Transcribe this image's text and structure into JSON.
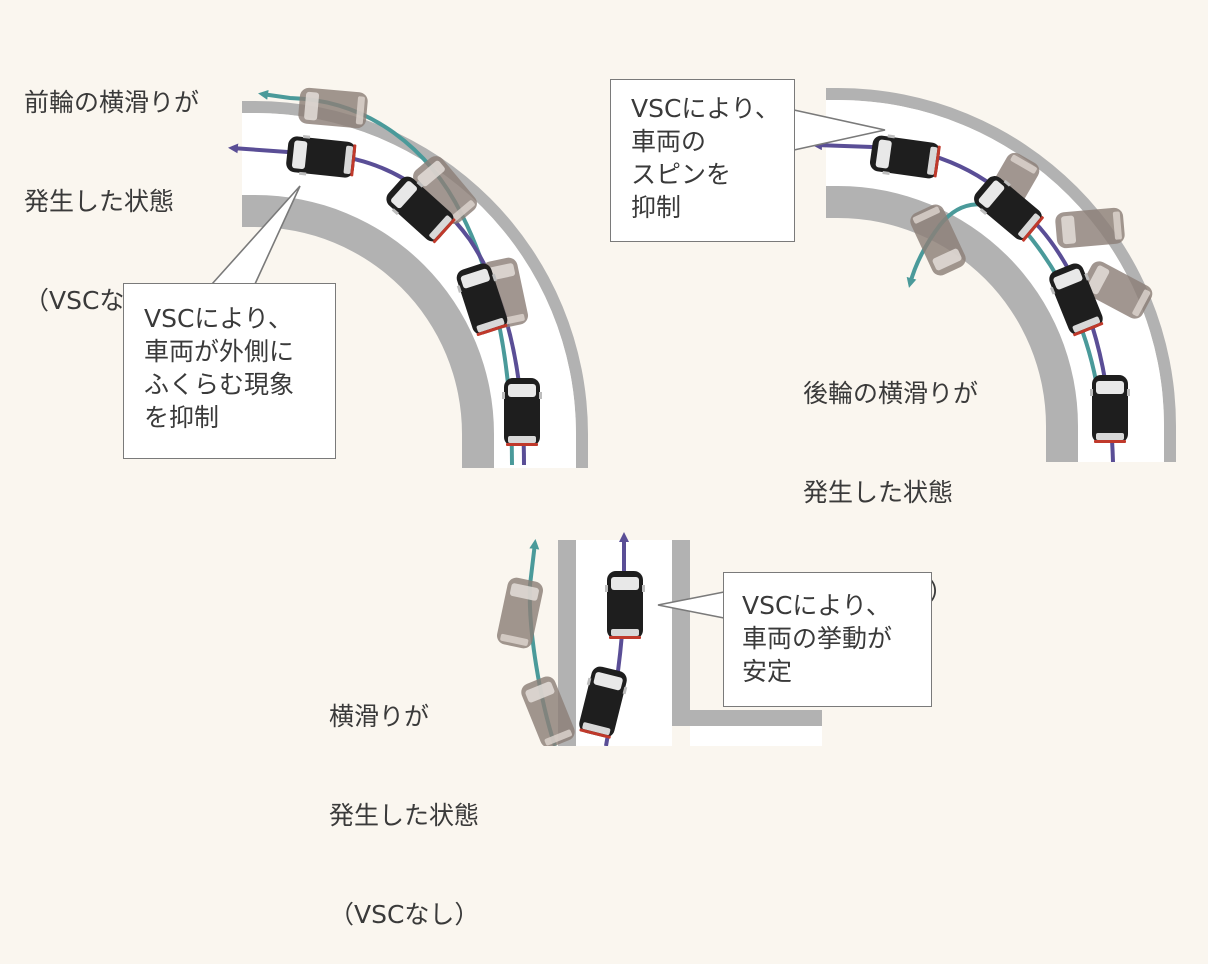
{
  "scenes": {
    "front_slip": {
      "uncontrolled_label": [
        "前輪の横滑りが",
        "発生した状態",
        "（VSCなし）"
      ],
      "controlled_box": [
        "VSCにより、",
        "車両が外側に",
        "ふくらむ現象",
        "を抑制"
      ]
    },
    "rear_slip": {
      "controlled_box": [
        "VSCにより、",
        "車両の",
        "スピンを",
        "抑制"
      ],
      "uncontrolled_label": [
        "後輪の横滑りが",
        "発生した状態",
        "（VSCなし）"
      ]
    },
    "straight_slip": {
      "uncontrolled_label": [
        "横滑りが",
        "発生した状態",
        "（VSCなし）"
      ],
      "controlled_box": [
        "VSCにより、",
        "車両の挙動が",
        "安定"
      ]
    }
  },
  "colors": {
    "background": "#faf6ef",
    "road_edge": "#b2b2b2",
    "road_surface": "#ffffff",
    "vsc_path": "#5a4e96",
    "no_vsc_path": "#4a9a9a",
    "car_body": "#1e1e1e",
    "ghost_car": "#8c7f78",
    "callout_border": "#7a7a7a",
    "text": "#3a3a3a"
  },
  "icons": {
    "car": "car-top-view-icon",
    "arrow": "path-arrowhead-icon"
  }
}
